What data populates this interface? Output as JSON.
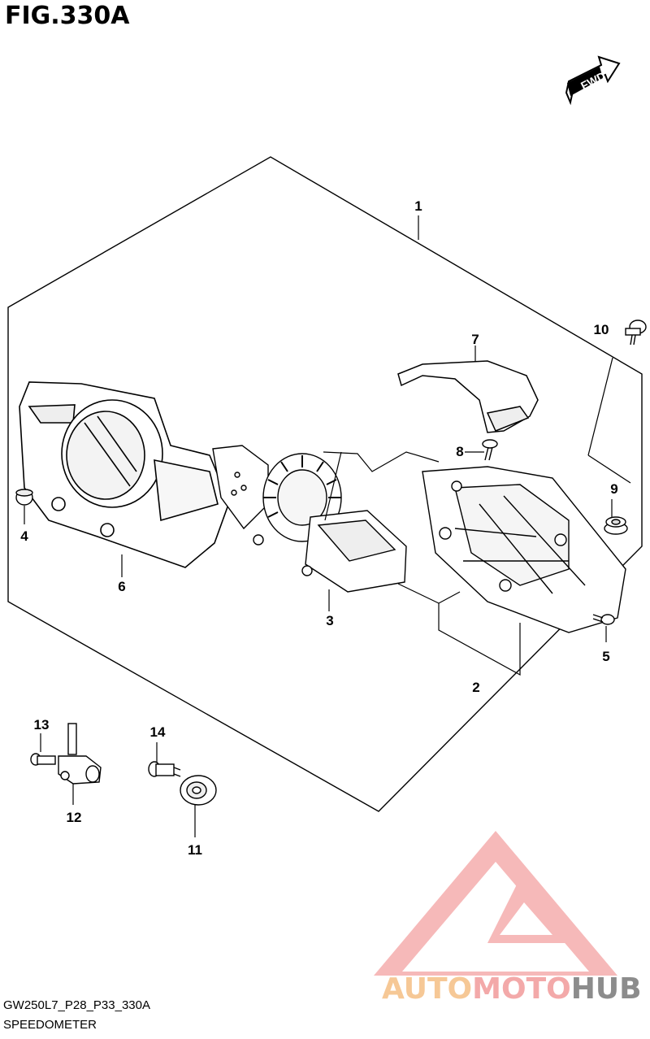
{
  "figure": {
    "title": "FIG.330A",
    "code": "GW250L7_P28_P33_330A",
    "name": "SPEEDOMETER"
  },
  "fwd_badge": "FWD",
  "watermark": {
    "part1": "AUTO",
    "part2": "MOTO",
    "part3": "HUB",
    "colors": {
      "auto": "#f6c896",
      "moto": "#f3a9a9",
      "hub": "#8c8c8c",
      "logo": "#f08080"
    }
  },
  "parts": [
    {
      "id": "1"
    },
    {
      "id": "2"
    },
    {
      "id": "3"
    },
    {
      "id": "4"
    },
    {
      "id": "5"
    },
    {
      "id": "6"
    },
    {
      "id": "7"
    },
    {
      "id": "8"
    },
    {
      "id": "9"
    },
    {
      "id": "10"
    },
    {
      "id": "11"
    },
    {
      "id": "12"
    },
    {
      "id": "13"
    },
    {
      "id": "14"
    }
  ]
}
